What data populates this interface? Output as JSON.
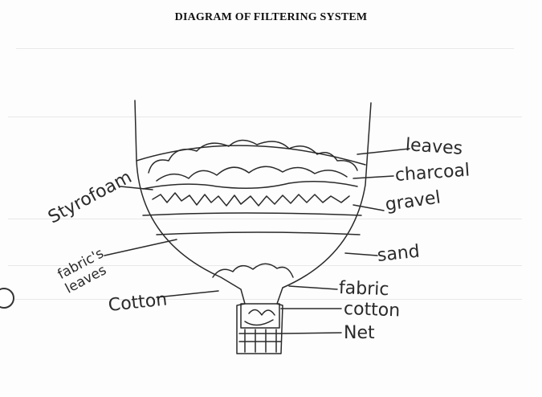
{
  "title": "DIAGRAM OF FILTERING SYSTEM",
  "labels": {
    "leaves": "leaves",
    "charcoal": "charcoal",
    "gravel": "gravel",
    "sand": "sand",
    "fabric": "fabric",
    "cotton_right": "cotton",
    "net": "Net",
    "styrofoam": "Styrofoam",
    "fabric_leaves": "fabric's leaves",
    "cotton_left": "Cotton"
  },
  "colors": {
    "pencil": "#2a2a2a",
    "paper": "#fdfdfd"
  }
}
